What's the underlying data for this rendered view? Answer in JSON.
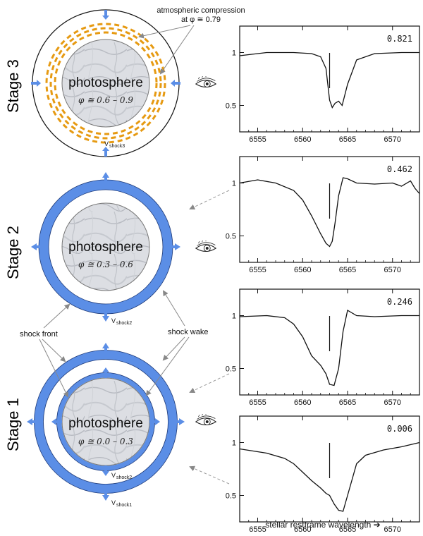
{
  "stages": [
    {
      "label": "Stage 3",
      "photosphere": "photosphere",
      "phase": "φ ≅ 0.6 – 0.9",
      "velocity": "V",
      "velocity_sub": "shock3"
    },
    {
      "label": "Stage 2",
      "photosphere": "photosphere",
      "phase": "φ ≅ 0.3 – 0.6",
      "velocity": "V",
      "velocity_sub": "shock2"
    },
    {
      "label": "Stage 1",
      "photosphere": "photosphere",
      "phase": "φ ≅ 0.0 – 0.3",
      "velocity_outer": "V",
      "velocity_outer_sub": "shock1",
      "velocity_inner": "V",
      "velocity_inner_sub": "shock2"
    }
  ],
  "annotations": {
    "compression_line1": "atmospheric compression",
    "compression_line2": "at φ ≅ 0.79",
    "shock_front": "shock front",
    "shock_wake": "shock wake"
  },
  "colors": {
    "shell": "#5b8ee6",
    "compression": "#e69a12",
    "photosphere": "#d9dbe0"
  },
  "icons": [
    "eye-icon",
    "eye-icon",
    "eye-icon"
  ],
  "x_axis_label": "stellar restframe wavelength ➔",
  "chart_data": [
    {
      "type": "line",
      "phase_label": "0.821",
      "xlim": [
        6553,
        6573
      ],
      "ylim": [
        0.25,
        1.25
      ],
      "x_ticks": [
        6555,
        6560,
        6565,
        6570
      ],
      "y_ticks": [
        0.5,
        1
      ],
      "x": [
        6553,
        6556,
        6559,
        6561,
        6562,
        6562.6,
        6563,
        6563.3,
        6563.6,
        6564,
        6564.4,
        6565,
        6566,
        6568,
        6571,
        6573
      ],
      "y": [
        0.97,
        1.0,
        1.0,
        0.99,
        0.96,
        0.85,
        0.55,
        0.48,
        0.52,
        0.54,
        0.5,
        0.7,
        0.93,
        0.99,
        1.0,
        1.0
      ],
      "marker_x": 6563
    },
    {
      "type": "line",
      "phase_label": "0.462",
      "xlim": [
        6553,
        6573
      ],
      "ylim": [
        0.25,
        1.25
      ],
      "x_ticks": [
        6555,
        6560,
        6565,
        6570
      ],
      "y_ticks": [
        0.5,
        1
      ],
      "x": [
        6553,
        6555,
        6557,
        6559,
        6560,
        6561,
        6562,
        6562.6,
        6563,
        6563.3,
        6563.6,
        6564,
        6564.5,
        6565,
        6566,
        6568,
        6570,
        6571,
        6572,
        6572.5,
        6573
      ],
      "y": [
        1.0,
        1.03,
        1.0,
        0.93,
        0.84,
        0.69,
        0.52,
        0.43,
        0.4,
        0.45,
        0.62,
        0.88,
        1.05,
        1.04,
        1.0,
        0.99,
        1.0,
        0.97,
        1.02,
        0.95,
        0.9
      ],
      "marker_x": 6563
    },
    {
      "type": "line",
      "phase_label": "0.246",
      "xlim": [
        6553,
        6573
      ],
      "ylim": [
        0.25,
        1.25
      ],
      "x_ticks": [
        6555,
        6560,
        6565,
        6570
      ],
      "y_ticks": [
        0.5,
        1
      ],
      "x": [
        6553,
        6556,
        6558,
        6559,
        6560,
        6561,
        6562,
        6562.6,
        6563,
        6563.5,
        6564,
        6564.5,
        6565,
        6566,
        6568,
        6571,
        6573
      ],
      "y": [
        0.99,
        1.0,
        0.98,
        0.92,
        0.8,
        0.62,
        0.53,
        0.45,
        0.35,
        0.34,
        0.5,
        0.85,
        1.05,
        1.0,
        0.99,
        1.0,
        1.0
      ],
      "marker_x": 6563
    },
    {
      "type": "line",
      "phase_label": "0.006",
      "xlim": [
        6553,
        6573
      ],
      "ylim": [
        0.25,
        1.25
      ],
      "x_ticks": [
        6555,
        6560,
        6565,
        6570
      ],
      "y_ticks": [
        0.5,
        1
      ],
      "x": [
        6553,
        6556,
        6558,
        6559,
        6560,
        6561,
        6562,
        6562.6,
        6563,
        6563.5,
        6564,
        6564.5,
        6565,
        6566,
        6567,
        6569,
        6571,
        6573
      ],
      "y": [
        0.94,
        0.9,
        0.85,
        0.8,
        0.72,
        0.64,
        0.57,
        0.52,
        0.5,
        0.42,
        0.36,
        0.35,
        0.5,
        0.8,
        0.88,
        0.93,
        0.96,
        1.0
      ],
      "marker_x": 6563
    }
  ]
}
